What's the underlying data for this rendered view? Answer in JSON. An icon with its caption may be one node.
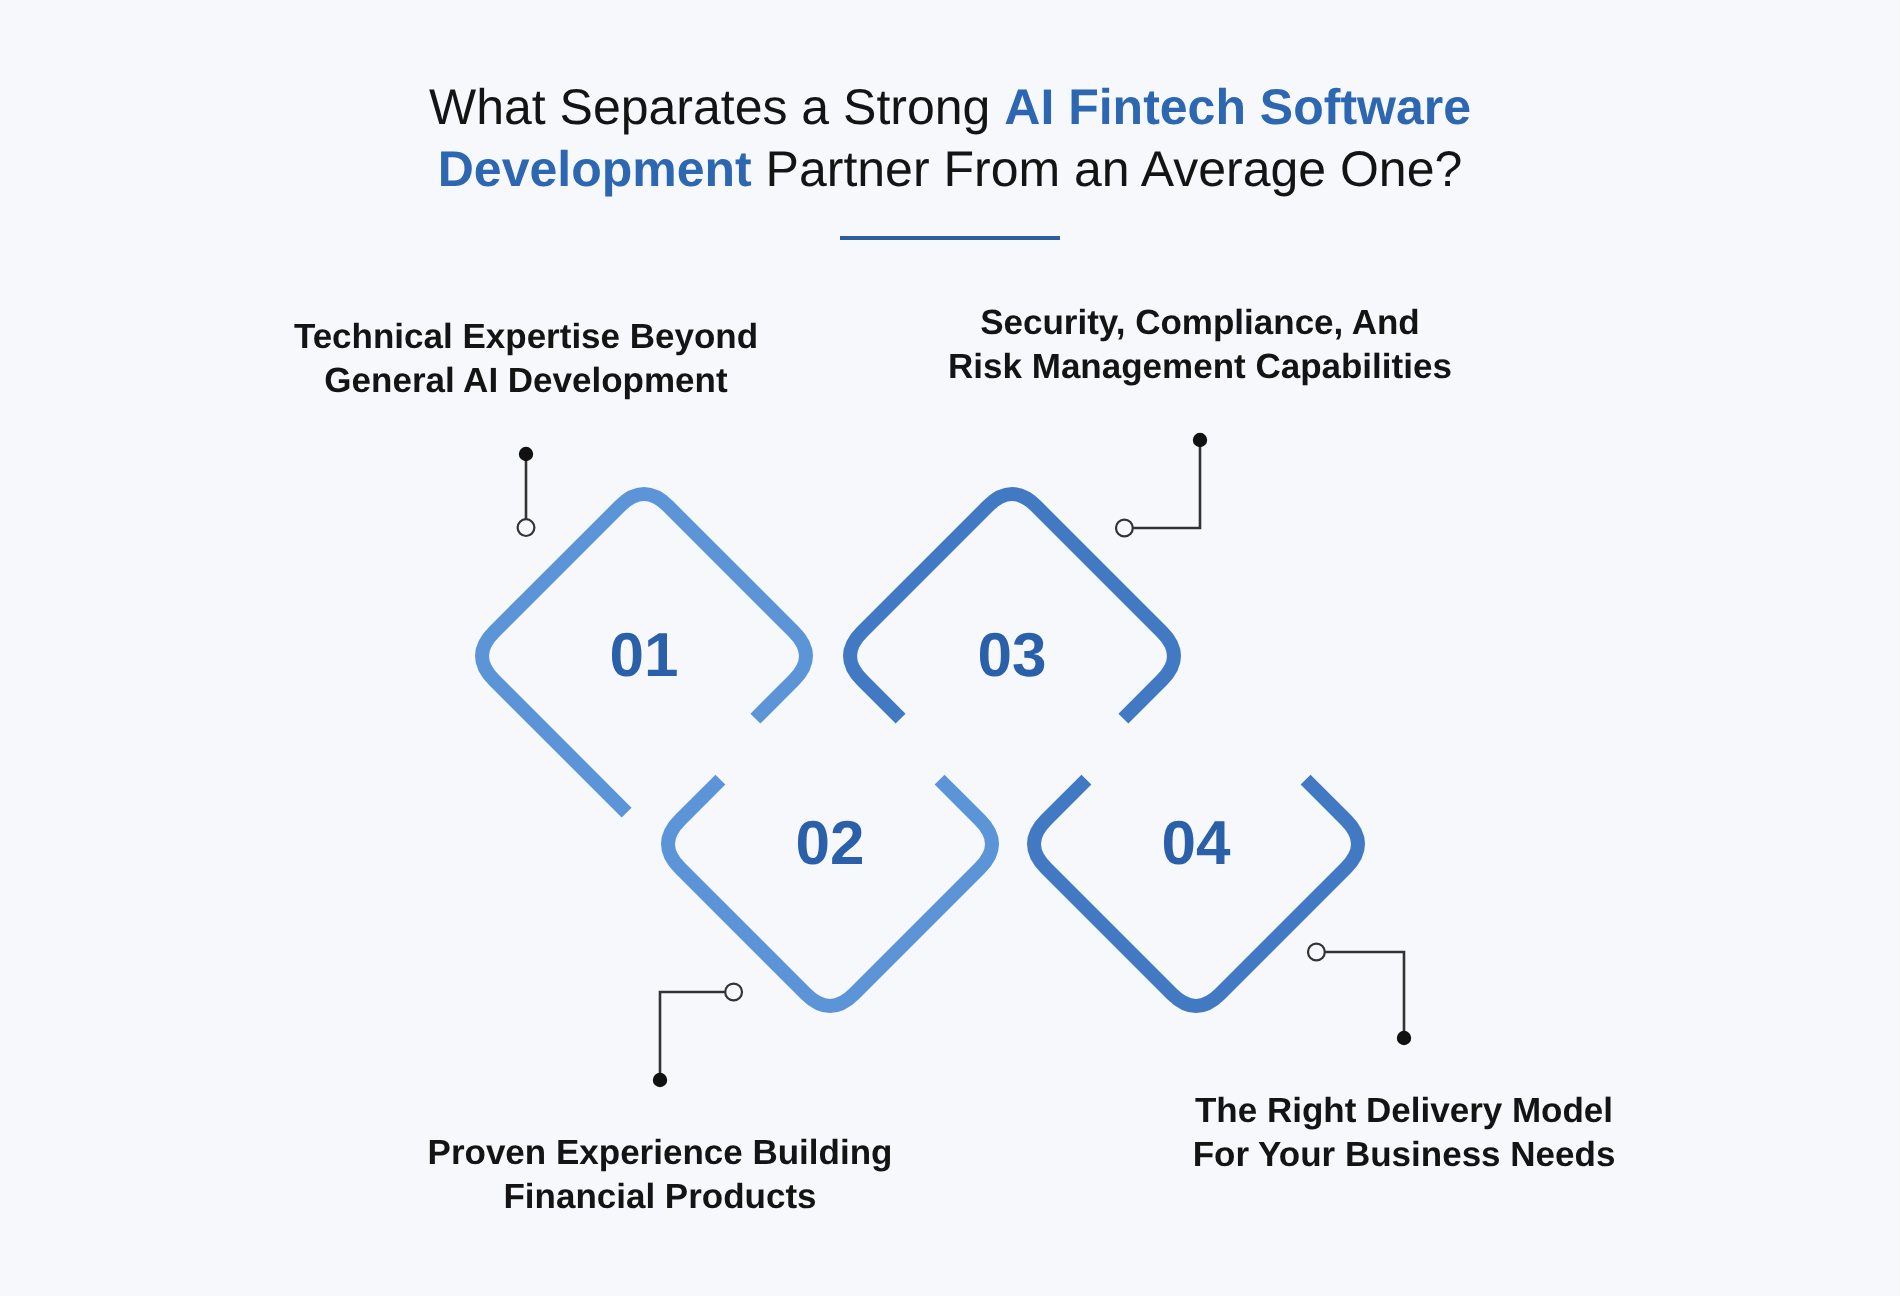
{
  "diagram": {
    "title": "What Separates a Strong **AI Fintech Software Development** Partner From an Average One?",
    "nodes": [
      {
        "text": [
          "Technical Expertise Beyond General AI Development"
        ]
      },
      {
        "text": [
          "Security, Compliance, And Risk Management Capabilities"
        ]
      },
      {
        "text": [
          "01"
        ]
      },
      {
        "text": [
          "03"
        ]
      },
      {
        "text": [
          "02"
        ]
      },
      {
        "text": [
          "04"
        ]
      },
      {
        "text": [
          "Proven Experience Building Financial Products"
        ]
      },
      {
        "text": [
          "The Right Delivery Model For Your Business Needs"
        ]
      }
    ],
    "edges": [
      {
        "from": 0,
        "to": 2,
        "arrow": "other"
      },
      {
        "from": 1,
        "to": 3,
        "arrow": "other"
      },
      {
        "from": 6,
        "to": 4,
        "arrow": "other"
      },
      {
        "from": 7,
        "to": 5,
        "arrow": "other"
      }
    ]
  }
}
